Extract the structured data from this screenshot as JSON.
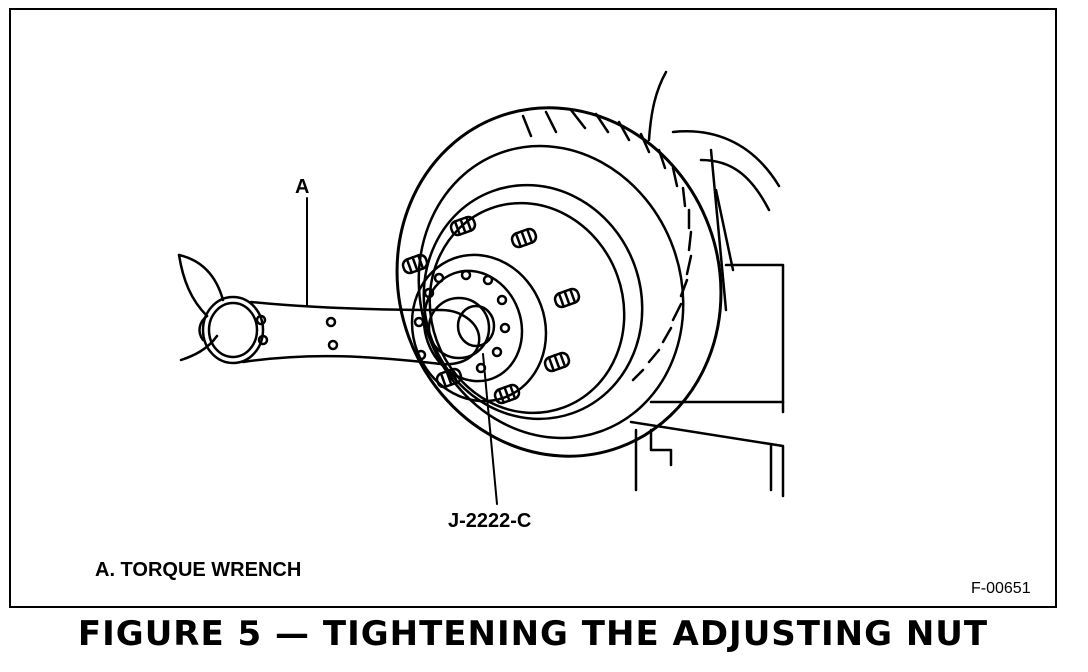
{
  "figure": {
    "caption": "FIGURE 5 — TIGHTENING THE ADJUSTING NUT",
    "code": "F-00651"
  },
  "callouts": {
    "a": "A",
    "tool": "J-2222-C"
  },
  "legend": {
    "item_a": "A. TORQUE WRENCH"
  }
}
